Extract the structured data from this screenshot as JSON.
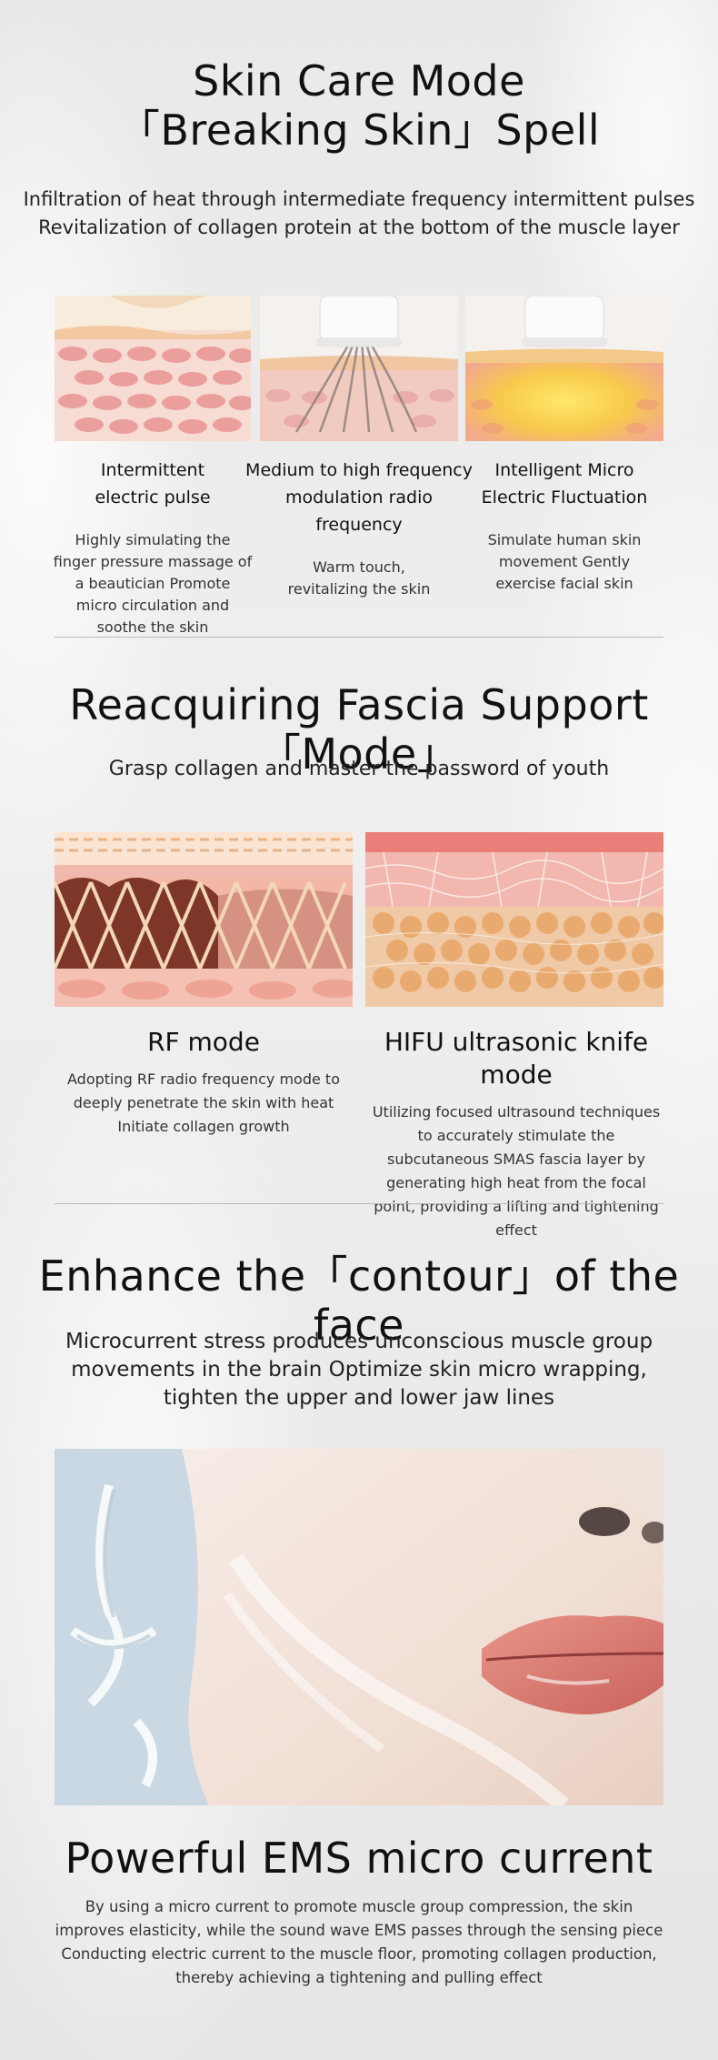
{
  "section1": {
    "title_line1": "Skin Care Mode",
    "title_line2": "「Breaking Skin」Spell",
    "subtitle_line1": "Infiltration of heat through intermediate frequency intermittent pulses",
    "subtitle_line2": "Revitalization of collagen protein at the bottom of the muscle layer",
    "features": [
      {
        "title_line1": "Intermittent",
        "title_line2": "electric pulse",
        "desc": "Highly simulating the finger pressure massage of a beautician Promote micro circulation and soothe the skin"
      },
      {
        "title_line1": "Medium to high frequency",
        "title_line2": "modulation radio frequency",
        "desc": "Warm touch, revitalizing the skin"
      },
      {
        "title_line1": "Intelligent Micro",
        "title_line2": "Electric Fluctuation",
        "desc": "Simulate human skin movement Gently exercise facial skin"
      }
    ]
  },
  "section2": {
    "title": "Reacquiring Fascia Support「Mode」",
    "subtitle": "Grasp collagen and master the password of youth",
    "modes": [
      {
        "title": "RF mode",
        "desc": "Adopting RF radio frequency mode to deeply penetrate the skin with heat Initiate collagen growth"
      },
      {
        "title": "HIFU ultrasonic knife mode",
        "desc": "Utilizing focused ultrasound techniques to accurately stimulate the subcutaneous SMAS fascia layer by generating high heat from the focal point, providing a lifting and tightening effect"
      }
    ]
  },
  "section3": {
    "title": "Enhance the「contour」of the face",
    "subtitle_line1": "Microcurrent stress produces unconscious muscle group",
    "subtitle_line2": "movements in the brain Optimize skin micro wrapping,",
    "subtitle_line3": "tighten the upper and lower jaw lines"
  },
  "section4": {
    "title": "Powerful EMS micro current",
    "body_line1": "By using a micro current to promote muscle group compression, the skin",
    "body_line2": "improves elasticity, while the sound wave EMS passes through the sensing piece",
    "body_line3": "Conducting electric current to the muscle floor, promoting collagen production,",
    "body_line4": "thereby achieving a tightening and pulling effect"
  }
}
